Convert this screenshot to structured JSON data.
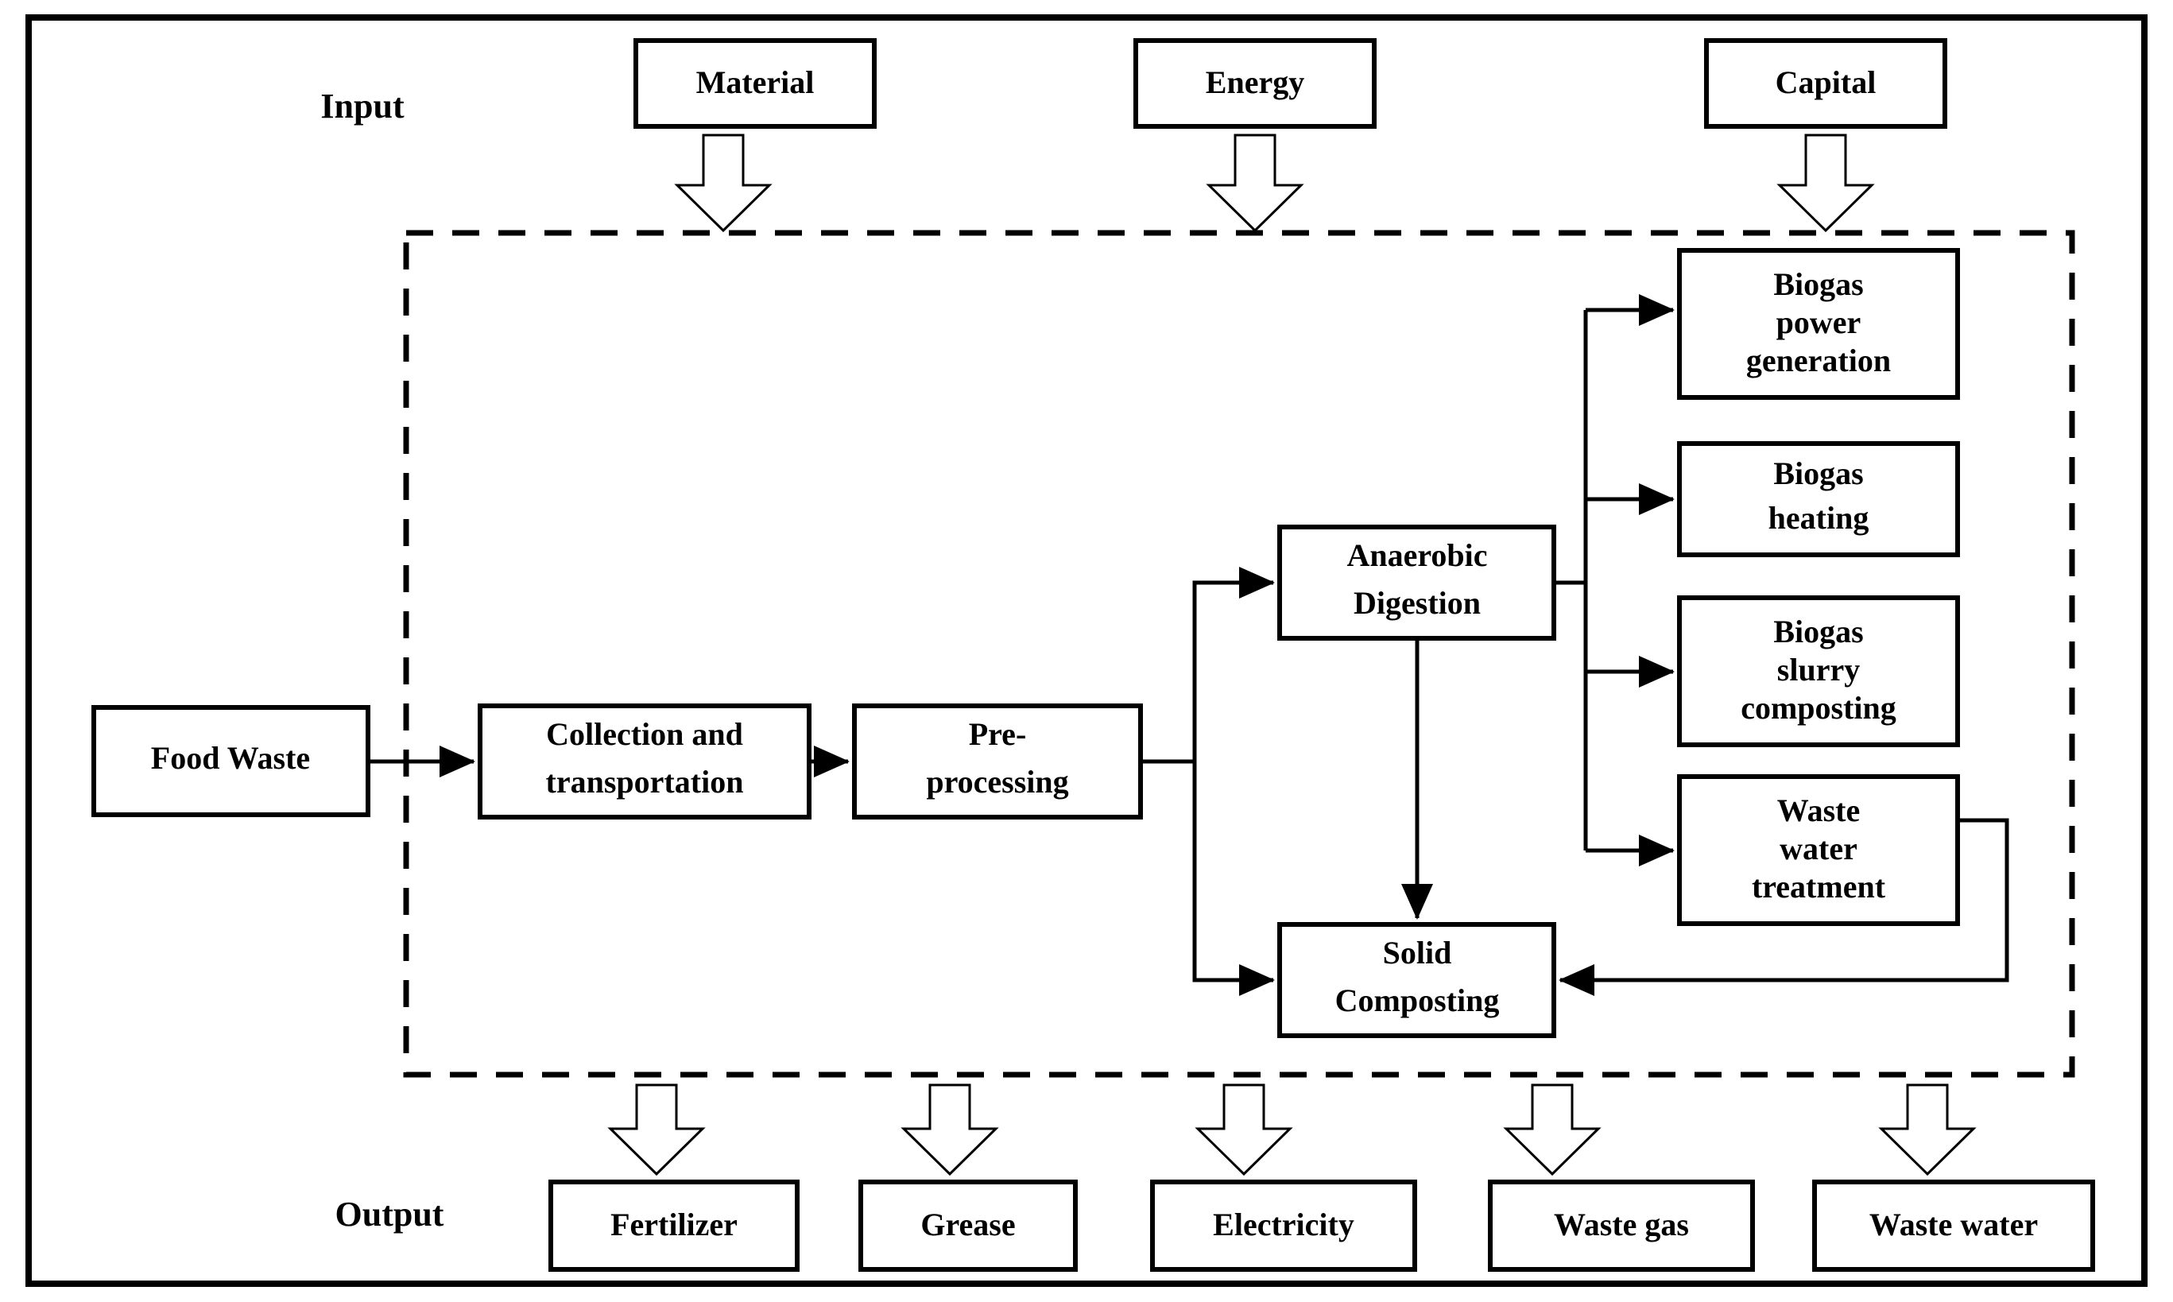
{
  "diagram": {
    "title_labels": {
      "input": "Input",
      "output": "Output"
    },
    "input_nodes": [
      {
        "id": "material",
        "label": "Material"
      },
      {
        "id": "energy",
        "label": "Energy"
      },
      {
        "id": "capital",
        "label": "Capital"
      }
    ],
    "source_node": {
      "id": "food-waste",
      "label": "Food Waste"
    },
    "process_nodes": [
      {
        "id": "collection-and-transportation",
        "line1": "Collection and",
        "line2": "transportation"
      },
      {
        "id": "pre-processing",
        "line1": "Pre-",
        "line2": "processing"
      },
      {
        "id": "anaerobic-digestion",
        "line1": "Anaerobic",
        "line2": "Digestion"
      },
      {
        "id": "solid-composting",
        "line1": "Solid",
        "line2": "Composting"
      }
    ],
    "treatment_nodes": [
      {
        "id": "biogas-power-generation",
        "line1": "Biogas",
        "line2": "power",
        "line3": "generation"
      },
      {
        "id": "biogas-heating",
        "line1": "Biogas",
        "line2": "heating",
        "line3": ""
      },
      {
        "id": "biogas-slurry-composting",
        "line1": "Biogas",
        "line2": "slurry",
        "line3": "composting"
      },
      {
        "id": "waste-water-treatment",
        "line1": "Waste",
        "line2": "water",
        "line3": "treatment"
      }
    ],
    "output_nodes": [
      {
        "id": "fertilizer",
        "label": "Fertilizer"
      },
      {
        "id": "grease",
        "label": "Grease"
      },
      {
        "id": "electricity",
        "label": "Electricity"
      },
      {
        "id": "waste-gas",
        "label": "Waste gas"
      },
      {
        "id": "waste-water",
        "label": "Waste water"
      }
    ],
    "colors": {
      "stroke": "#000000",
      "fill": "#ffffff"
    },
    "boundary": {
      "style": "dashed",
      "meaning": "system-boundary"
    }
  }
}
